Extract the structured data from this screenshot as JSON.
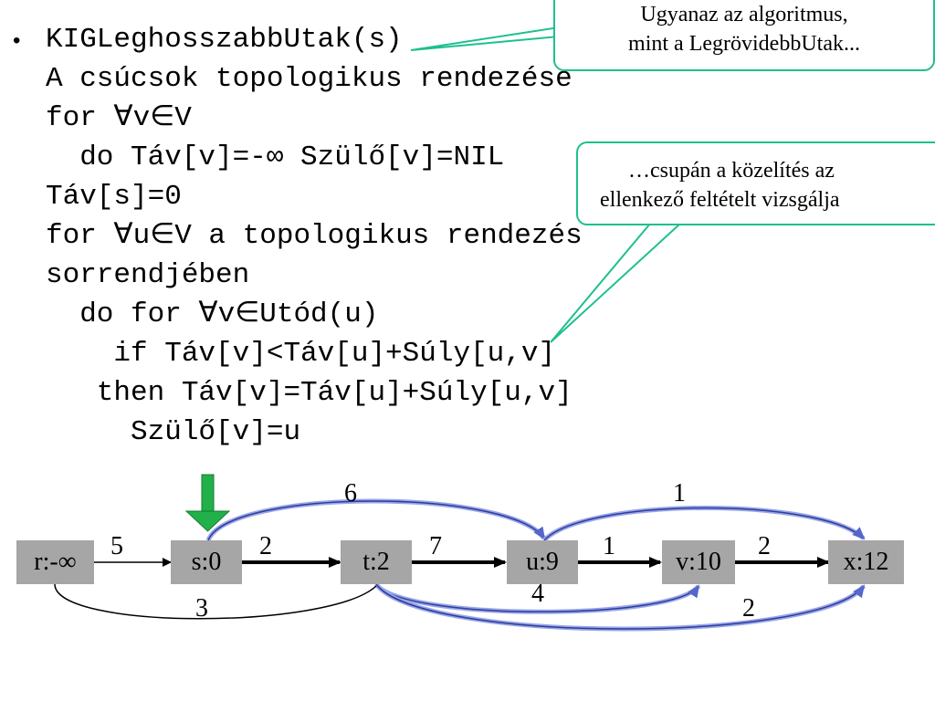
{
  "code": {
    "bullet": "•",
    "lines": [
      "KIGLeghosszabbUtak(s)",
      "A csúcsok topologikus rendezése",
      "for ∀v∈V",
      "  do Táv[v]=-∞ Szülő[v]=NIL",
      "Táv[s]=0",
      "for ∀u∈V a topologikus rendezés",
      "sorrendjében",
      "  do for ∀v∈Utód(u)",
      "    if Táv[v]<Táv[u]+Súly[u,v]",
      "   then Táv[v]=Táv[u]+Súly[u,v]",
      "     Szülő[v]=u"
    ]
  },
  "callouts": {
    "top": {
      "line1": "Ugyanaz az algoritmus,",
      "line2": "mint a LegrövidebbUtak..."
    },
    "middle": {
      "line1": "…csupán a közelítés az",
      "line2": "ellenkező feltételt vizsgálja"
    }
  },
  "graph": {
    "nodes": [
      "r:-∞",
      "s:0",
      "t:2",
      "u:9",
      "v:10",
      "x:12"
    ],
    "edge_labels": {
      "r_s": "5",
      "s_t": "2",
      "t_u": "7",
      "u_v": "1",
      "v_x": "2",
      "s_u": "6",
      "u_x": "1",
      "r_t": "3",
      "t_v": "4",
      "t_x": "2"
    },
    "colors": {
      "node_fill": "#a6a6a6",
      "callout_border": "#1fbf8f",
      "start_arrow": "#22b04a",
      "highlight_edge": "#9aa6e8"
    }
  }
}
